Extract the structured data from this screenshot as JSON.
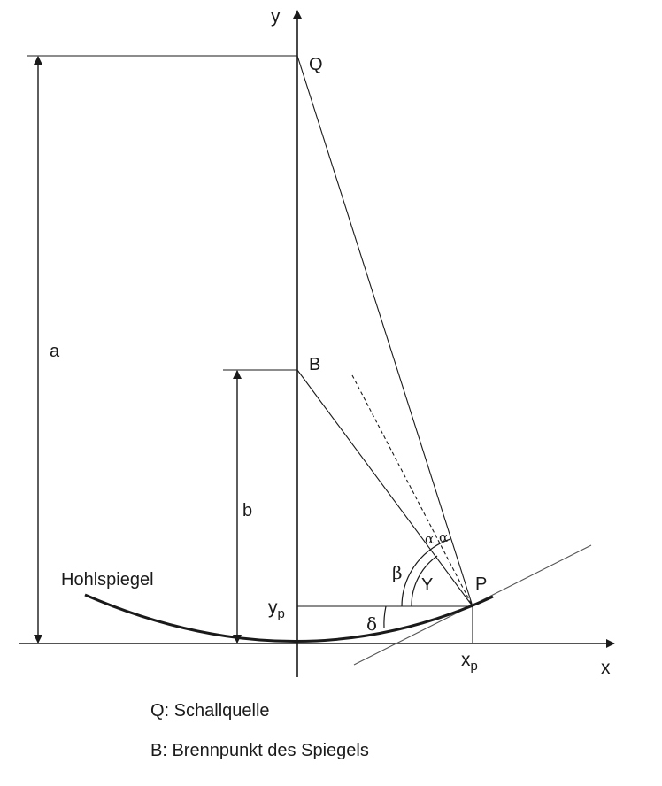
{
  "axes": {
    "x_label": "x",
    "y_label": "y"
  },
  "points": {
    "Q": "Q",
    "B": "B",
    "P": "P"
  },
  "dimensions": {
    "a": "a",
    "b": "b"
  },
  "coordinates": {
    "y_main": "y",
    "y_sub": "p",
    "x_main": "x",
    "x_sub": "p"
  },
  "angles": {
    "alpha": "α",
    "beta": "β",
    "gamma": "Y",
    "delta": "δ"
  },
  "mirror_label": "Hohlspiegel",
  "legend": [
    {
      "text": "Q: Schallquelle"
    },
    {
      "text": "B: Brennpunkt des Spiegels"
    }
  ]
}
